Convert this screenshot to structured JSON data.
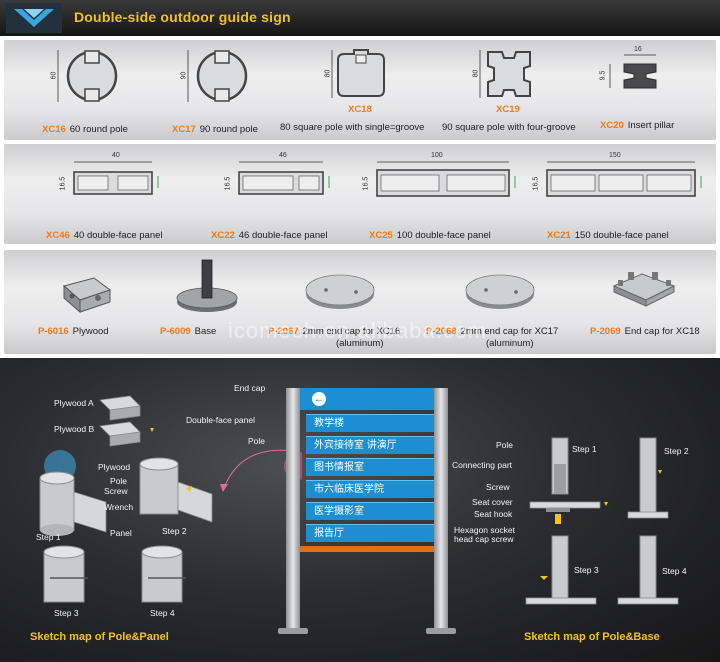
{
  "header": {
    "title": "Double-side outdoor guide sign"
  },
  "row1": [
    {
      "code": "XC16",
      "label": "60 round pole",
      "dim": "60"
    },
    {
      "code": "XC17",
      "label": "90 round pole",
      "dim": "90"
    },
    {
      "code": "XC18",
      "label": "80 square pole with single=groove",
      "dim": "80"
    },
    {
      "code": "XC19",
      "label": "90 square pole with four-groove",
      "dim": "80"
    },
    {
      "code": "XC20",
      "label": "Insert pillar",
      "dim_w": "16",
      "dim_h": "9.5"
    }
  ],
  "row2": [
    {
      "code": "XC46",
      "label": "40 double-face panel",
      "dim_w": "40",
      "dim_h": "16.5"
    },
    {
      "code": "XC22",
      "label": "46 double-face panel",
      "dim_w": "46",
      "dim_h": "16.5"
    },
    {
      "code": "XC25",
      "label": "100 double-face panel",
      "dim_w": "100",
      "dim_h": "16.5"
    },
    {
      "code": "XC21",
      "label": "150 double-face panel",
      "dim_w": "150",
      "dim_h": "16.5"
    }
  ],
  "row3": [
    {
      "code": "P-6016",
      "label": "Plywood"
    },
    {
      "code": "P-6009",
      "label": "Base"
    },
    {
      "code": "P-2067",
      "label": "2mm end cap for XC16",
      "sub": "(aluminum)"
    },
    {
      "code": "P-2068",
      "label": "2mm end cap for XC17",
      "sub": "(aluminum)"
    },
    {
      "code": "P-2069",
      "label": "End cap for XC18"
    }
  ],
  "watermark": "icomech.en.alibaba.com",
  "pole_panel": {
    "title": "Sketch map of Pole&Panel",
    "labels": {
      "plywood_a": "Plywood A",
      "plywood_b": "Plywood B",
      "plywood": "Plywood",
      "pole": "Pole",
      "screw": "Screw",
      "wrench": "Wrench",
      "panel": "Panel"
    },
    "steps": [
      "Step 1",
      "Step 2",
      "Step 3",
      "Step 4"
    ]
  },
  "sign": {
    "labels": {
      "end_cap": "End cap",
      "double_face_panel": "Double-face panel",
      "pole": "Pole"
    },
    "rows": [
      "教学楼",
      "外宾接待室 讲演厅",
      "图书情报室",
      "市六临床医学院",
      "医学摄影室",
      "报告厅"
    ],
    "colors": {
      "panel": "#1b8fd2",
      "accent": "#e0701c",
      "post": "#b9bbbe"
    }
  },
  "pole_base": {
    "title": "Sketch map of Pole&Base",
    "labels": {
      "pole": "Pole",
      "connecting_part": "Connecting part",
      "screw": "Screw",
      "seat_cover": "Seat cover",
      "seat_hook": "Seat hook",
      "hex_screw_1": "Hexagon socket",
      "hex_screw_2": "head cap screw"
    },
    "steps": [
      "Step 1",
      "Step 2",
      "Step 3",
      "Step 4"
    ]
  },
  "colors": {
    "title": "#f3c21c",
    "code": "#f07a1a",
    "header_bg": "#1f1f1f"
  }
}
